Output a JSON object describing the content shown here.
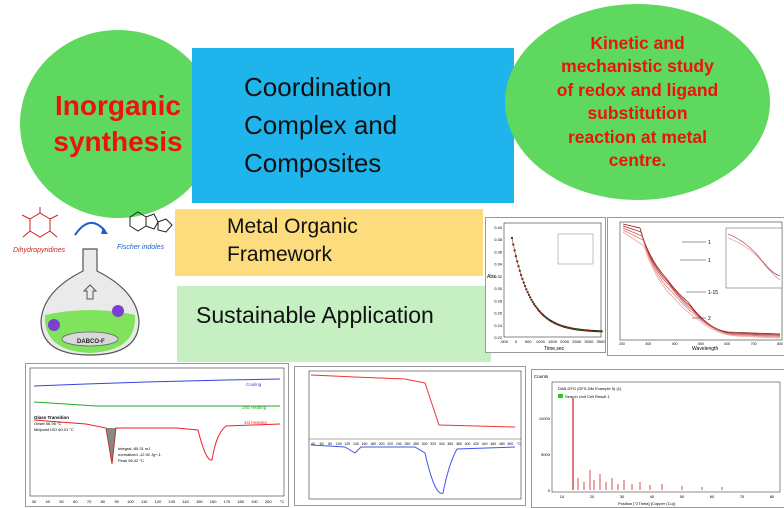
{
  "bubbles": {
    "inorganic": "Inorganic\nsynthesis",
    "kinetic": "Kinetic and\nmechanistic study\nof redox and ligand\nsubstitution\nreaction at metal\ncentre."
  },
  "boxes": {
    "coordination": "Coordination\nComplex and\nComposites",
    "mof": "Metal Organic\nFramework",
    "sustainable": "Sustainable Application"
  },
  "flask": {
    "reactant_label": "Dihydropyridines",
    "product_label": "Fischer indoles",
    "catalyst_label": "DABCO-F"
  },
  "kinetic_plot": {
    "ylabel": "Abs",
    "xlabel": "Time,sec",
    "yticks": [
      "0.40",
      "0.38",
      "0.36",
      "0.34",
      "0.32",
      "0.30",
      "0.28",
      "0.26",
      "0.24",
      "0.22"
    ],
    "xticks": [
      "-500",
      "0",
      "500",
      "1000",
      "1500",
      "2000",
      "2500",
      "3000",
      "3500"
    ]
  },
  "uv_plot": {
    "xlabel": "Wavelength",
    "curve_labels": [
      "1",
      "1",
      "1-15",
      "2"
    ],
    "xticks": [
      "200",
      "300",
      "400",
      "500",
      "600",
      "700",
      "800"
    ]
  },
  "dsc_plot": {
    "legend": [
      "Cooling",
      "2nd Heating",
      "1st Heating"
    ],
    "glass_title": "Glass Transition",
    "glass_lines": [
      "Onset        56.96 °C",
      "Midpoint ISO   60.01 °C"
    ],
    "integral_lines": [
      "Integral        -85.31 mJ",
      "normalized    -12.92 Jg^-1",
      "Peak          96.42 °C"
    ],
    "xticks": [
      "30",
      "40",
      "50",
      "60",
      "70",
      "80",
      "90",
      "100",
      "110",
      "120",
      "130",
      "140",
      "150",
      "160",
      "170",
      "180",
      "190",
      "200",
      "°C"
    ]
  },
  "tga_plot": {
    "xticks": [
      "40",
      "60",
      "80",
      "100",
      "120",
      "140",
      "160",
      "180",
      "200",
      "220",
      "240",
      "260",
      "280",
      "300",
      "320",
      "340",
      "360",
      "380",
      "400",
      "420",
      "440",
      "460",
      "480",
      "500",
      "°C"
    ]
  },
  "xrd_plot": {
    "ylabel": "Counts",
    "title": "DAB-DFG (DFS-DM Example 5) (1)",
    "legend": "Search Unit Cell Result 1",
    "yticks": [
      "10000",
      "5000",
      "0"
    ],
    "xticks": [
      "10",
      "20",
      "30",
      "40",
      "50",
      "60",
      "70",
      "80"
    ],
    "xlabel": "Position [°2Theta] (Copper (Cu))"
  }
}
